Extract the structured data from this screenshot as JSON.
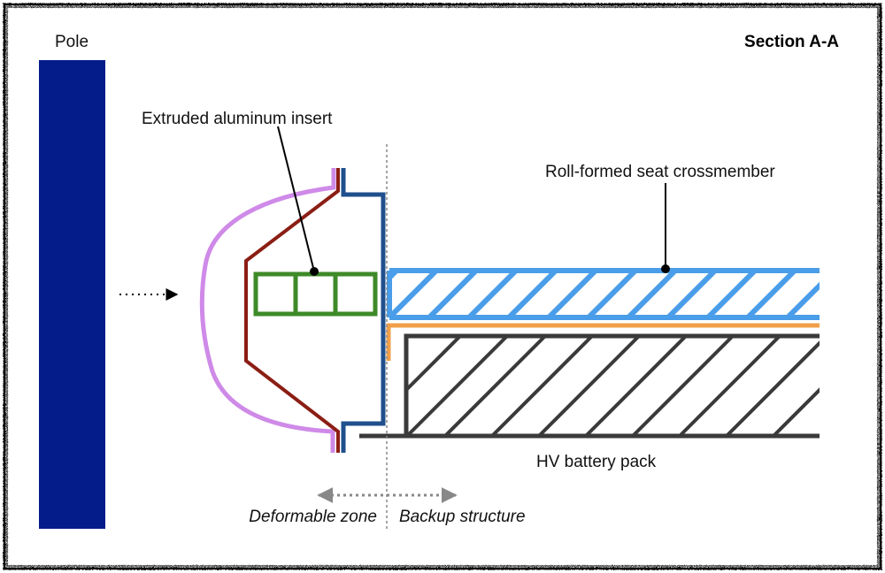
{
  "title": "Section A-A",
  "labels": {
    "pole": "Pole",
    "insert": "Extruded aluminum insert",
    "crossmember": "Roll-formed seat crossmember",
    "battery": "HV battery pack",
    "deformable_zone": "Deformable zone",
    "backup_structure": "Backup structure"
  },
  "colors": {
    "pole": "#041c8a",
    "outer_panel": "#cf8ae8",
    "inner_panel": "#8b1e14",
    "rocker": "#1f4f8c",
    "insert": "#3e8a28",
    "crossmember": "#4a9de8",
    "bracket": "#f0a04a",
    "battery": "#3a3a3a",
    "guide": "#888888"
  }
}
